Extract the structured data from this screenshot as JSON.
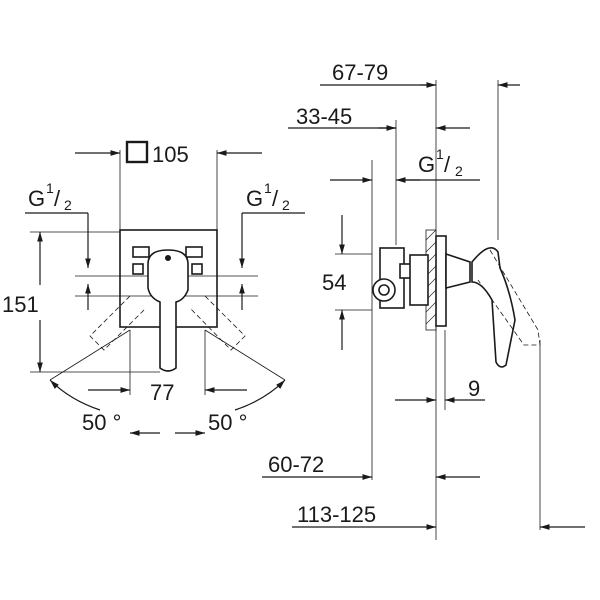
{
  "front_view": {
    "width_symbol": "□",
    "width": "105",
    "thread_left": {
      "prefix": "G",
      "num": "1",
      "den": "2"
    },
    "thread_right": {
      "prefix": "G",
      "num": "1",
      "den": "2"
    },
    "height": "151",
    "spacing": "77",
    "angle_left": "50 °",
    "angle_right": "50 °"
  },
  "side_view": {
    "depth_outer": "67-79",
    "depth_inner": "33-45",
    "thread": {
      "prefix": "G",
      "num": "1",
      "den": "2"
    },
    "height": "54",
    "offset": "9",
    "body_depth": "60-72",
    "total_depth": "113-125"
  }
}
